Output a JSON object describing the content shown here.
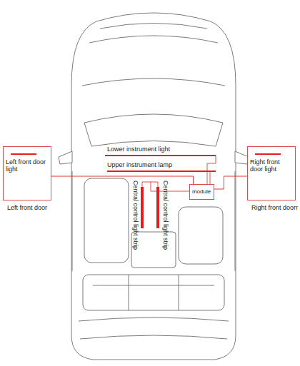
{
  "diagram": {
    "nodes": [
      {
        "text": [
          "Left front door light",
          "Left front door"
        ]
      },
      {
        "text": [
          "module"
        ]
      },
      {
        "text": [
          "Right front door light",
          "Right front doorr"
        ]
      }
    ],
    "edges": [
      {
        "from": 1,
        "to": 0,
        "arrow": "none"
      },
      {
        "from": 1,
        "to": 2,
        "arrow": "none"
      }
    ],
    "labels": [
      "Lower instrument light",
      "Upper instrument lamp",
      "Central control light strip",
      "Central control light strip"
    ]
  }
}
